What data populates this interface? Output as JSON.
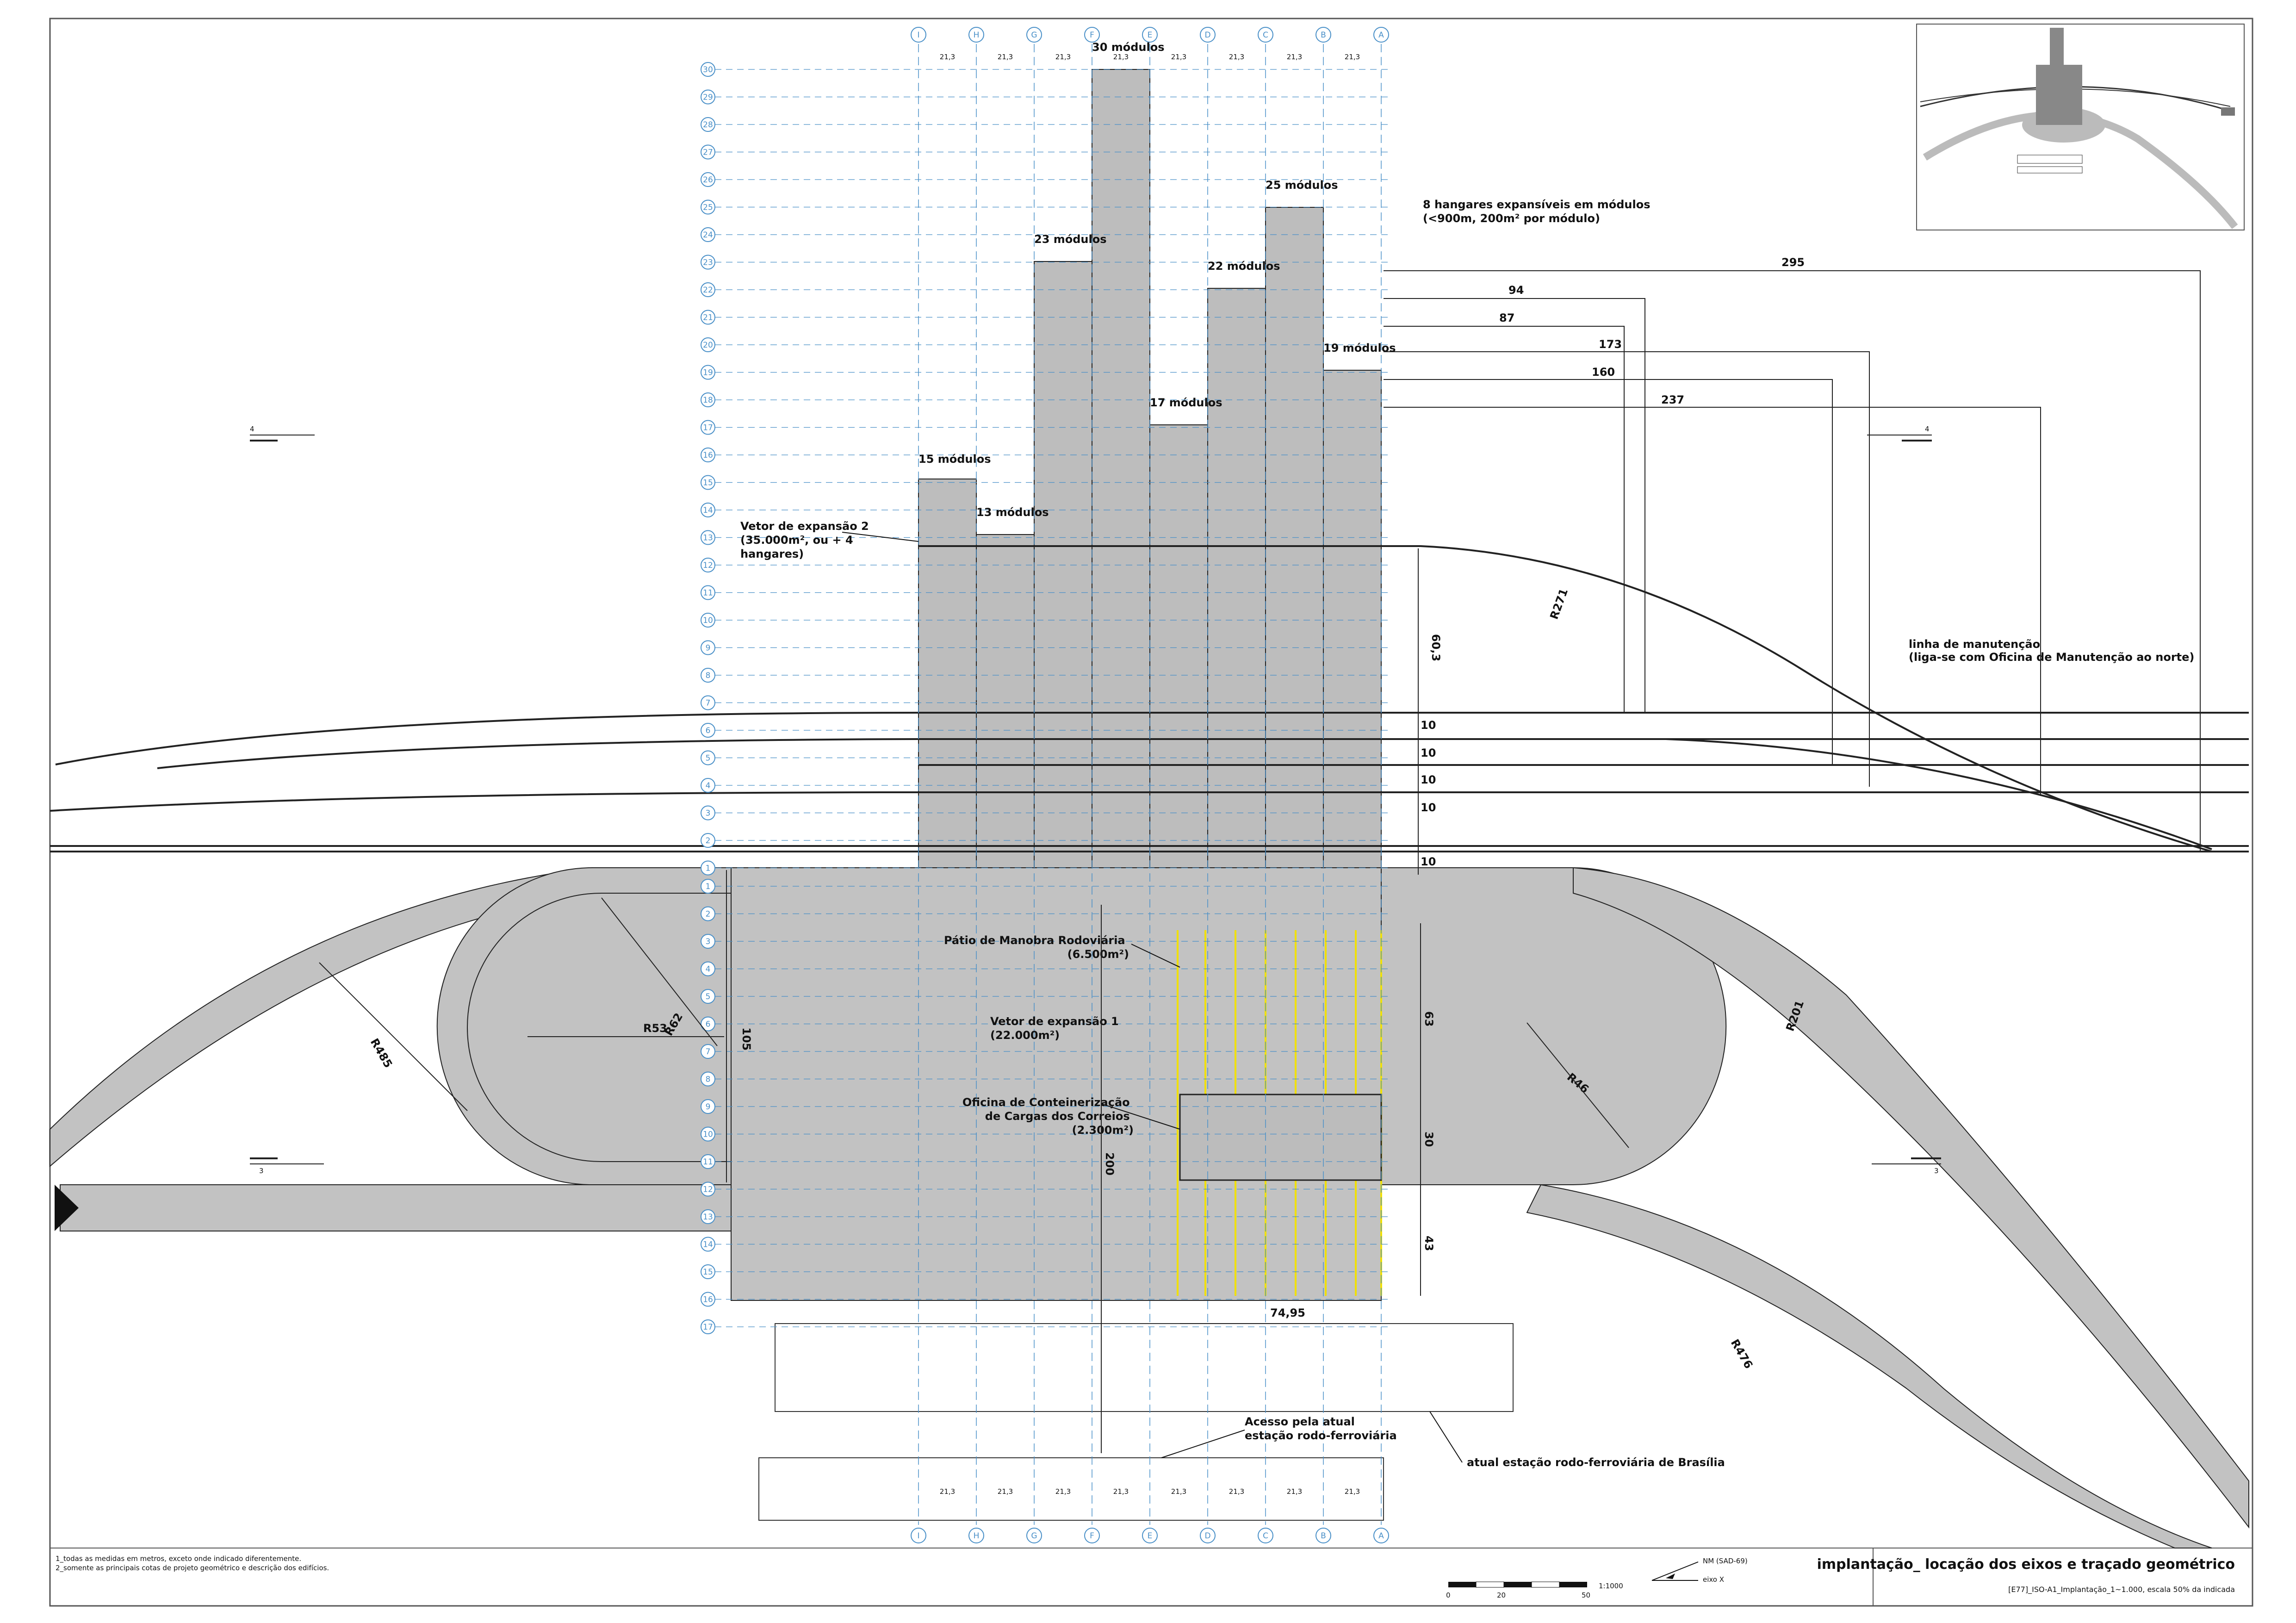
{
  "drawing": {
    "title": "implantação_ locação dos eixos e traçado geométrico",
    "file_ref": "[E77]_ISO-A1_Implantação_1~1.000, escala 50% da indicada",
    "notes": [
      "1_todas as medidas em metros, exceto onde indicado diferentemente.",
      "2_somente as principais cotas de projeto geométrico e descrição dos edifícios."
    ],
    "scale_label": "1:1000",
    "scale_ticks": [
      "0",
      "20",
      "50"
    ],
    "north_labels": [
      "NM (SAD-69)",
      "eixo X"
    ]
  },
  "grid": {
    "columns": [
      "I",
      "H",
      "G",
      "F",
      "E",
      "D",
      "C",
      "B",
      "A"
    ],
    "column_spacing_labels": [
      "21,3",
      "21,3",
      "21,3",
      "21,3",
      "21,3",
      "21,3",
      "21,3",
      "21,3"
    ],
    "rows_north": [
      "30",
      "29",
      "28",
      "27",
      "26",
      "25",
      "24",
      "23",
      "22",
      "21",
      "20",
      "19",
      "18",
      "17",
      "16",
      "15",
      "14",
      "13",
      "12",
      "11",
      "10",
      "9",
      "8",
      "7",
      "6",
      "5",
      "4",
      "3",
      "2",
      "1"
    ],
    "rows_south": [
      "1",
      "2",
      "3",
      "4",
      "5",
      "6",
      "7",
      "8",
      "9",
      "10",
      "11",
      "12",
      "13",
      "14",
      "15",
      "16",
      "17"
    ]
  },
  "hangars": [
    {
      "label": "15 módulos",
      "modules": 15
    },
    {
      "label": "13 módulos",
      "modules": 13
    },
    {
      "label": "23 módulos",
      "modules": 23
    },
    {
      "label": "30 módulos",
      "modules": 30
    },
    {
      "label": "17 módulos",
      "modules": 17
    },
    {
      "label": "22 módulos",
      "modules": 22
    },
    {
      "label": "25 módulos",
      "modules": 25
    },
    {
      "label": "19 módulos",
      "modules": 19
    }
  ],
  "annotations": {
    "hangars_note": [
      "8 hangares expansíveis em módulos",
      "(<900m, 200m² por módulo)"
    ],
    "expansion_vector_2": [
      "Vetor de expansão 2",
      "(35.000m², ou + 4",
      "hangares)"
    ],
    "maintenance_line": [
      "linha de manutenção",
      "(liga-se com Oficina de Manutenção ao norte)"
    ],
    "road_yard": [
      "Pátio de Manobra Rodoviária",
      "(6.500m²)"
    ],
    "expansion_vector_1": [
      "Vetor de expansão 1",
      "(22.000m²)"
    ],
    "container_workshop": [
      "Oficina de Conteinerização",
      "de Cargas dos Correios",
      "(2.300m²)"
    ],
    "access": [
      "Acesso pela atual",
      "estação rodo-ferroviária"
    ],
    "current_station": "atual estação rodo-ferroviária de Brasília"
  },
  "dimensions": {
    "right_lengths": [
      "295",
      "94",
      "87",
      "173",
      "160",
      "237"
    ],
    "track_spacing": [
      "60,3",
      "10",
      "10",
      "10",
      "10",
      "10"
    ],
    "radii": [
      "R271",
      "R485",
      "R53",
      "R62",
      "R46",
      "R201",
      "R476"
    ],
    "yard": [
      "105",
      "63",
      "30",
      "43",
      "200",
      "74,95"
    ],
    "section_marks": [
      "4",
      "4",
      "3",
      "3"
    ]
  }
}
